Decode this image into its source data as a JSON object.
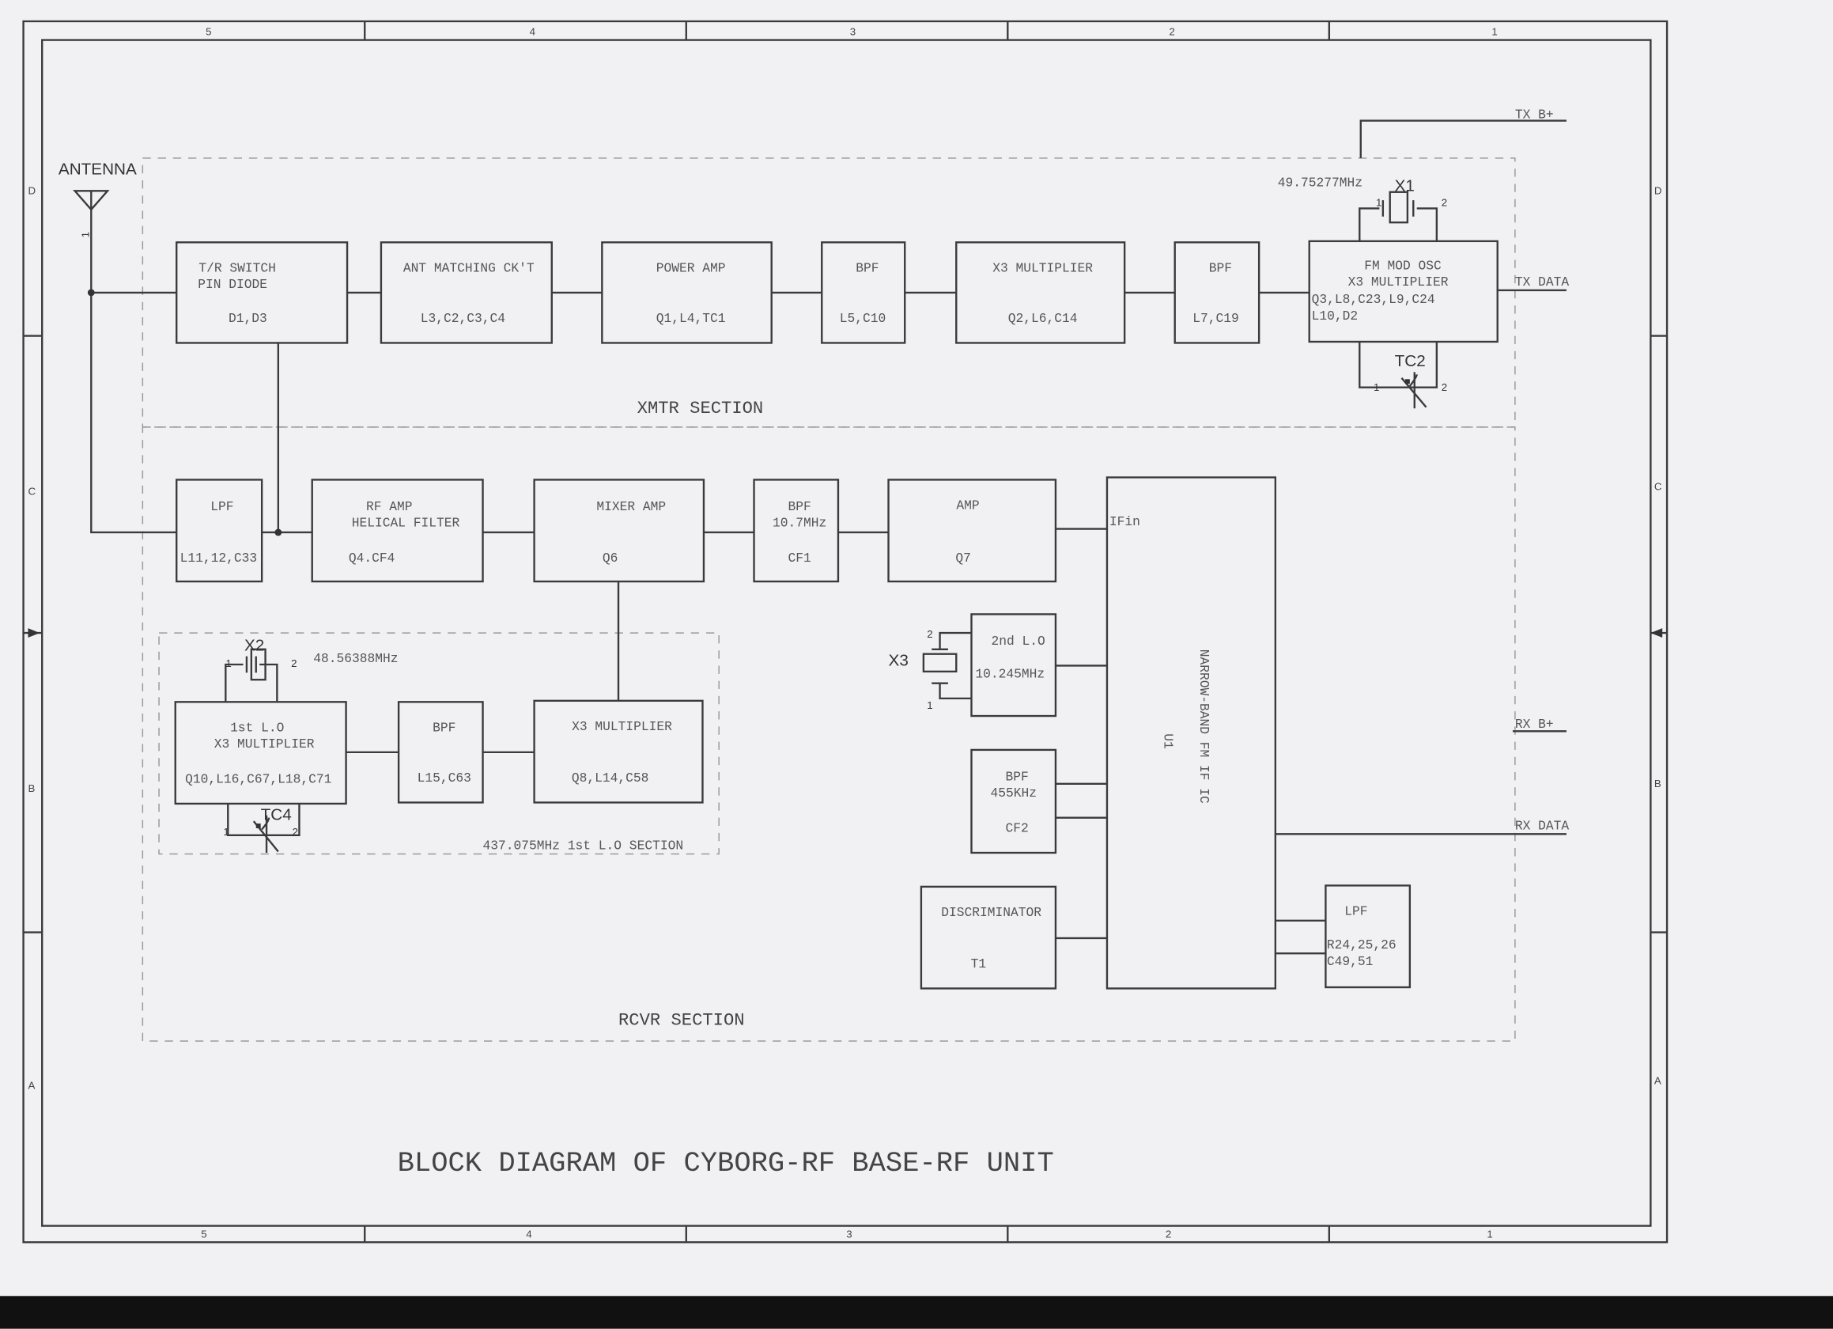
{
  "title": "BLOCK DIAGRAM OF CYBORG-RF BASE-RF UNIT",
  "zones": {
    "cols": [
      "5",
      "4",
      "3",
      "2",
      "1"
    ],
    "rows": [
      "D",
      "C",
      "B",
      "A"
    ]
  },
  "antenna": {
    "label": "ANTENNA",
    "pin": "1"
  },
  "sections": {
    "xmtr": "XMTR SECTION",
    "rcvr": "RCVR SECTION",
    "lo": "437.075MHz 1st L.O SECTION"
  },
  "signals": {
    "tx_b": "TX B+",
    "tx_data": "TX DATA",
    "rx_b": "RX B+",
    "rx_data": "RX DATA",
    "ifin": "IFin"
  },
  "xmtr_blocks": [
    {
      "l1": "T/R SWITCH",
      "l2": "PIN DIODE",
      "l3": "D1,D3"
    },
    {
      "l1": "ANT MATCHING CK'T",
      "l3": "L3,C2,C3,C4"
    },
    {
      "l1": "POWER AMP",
      "l3": "Q1,L4,TC1"
    },
    {
      "l1": "BPF",
      "l3": "L5,C10"
    },
    {
      "l1": "X3 MULTIPLIER",
      "l3": "Q2,L6,C14"
    },
    {
      "l1": "BPF",
      "l3": "L7,C19"
    },
    {
      "l1": "FM MOD OSC",
      "l2": "X3 MULTIPLIER",
      "l3": "Q3,L8,C23,L9,C24",
      "l4": "L10,D2"
    }
  ],
  "rcvr_blocks": [
    {
      "l1": "LPF",
      "l3": "L11,12,C33"
    },
    {
      "l1": "RF AMP",
      "l2": "HELICAL FILTER",
      "l3": "Q4.CF4"
    },
    {
      "l1": "MIXER AMP",
      "l3": "Q6"
    },
    {
      "l1": "BPF",
      "l2": "10.7MHz",
      "l3": "CF1"
    },
    {
      "l1": "AMP",
      "l3": "Q7"
    }
  ],
  "lo_blocks": [
    {
      "l1": "1st L.O",
      "l2": "X3 MULTIPLIER",
      "l3": "Q10,L16,C67,L18,C71"
    },
    {
      "l1": "BPF",
      "l3": "L15,C63"
    },
    {
      "l1": "X3 MULTIPLIER",
      "l3": "Q8,L14,C58"
    }
  ],
  "if_blocks": [
    {
      "l1": "2nd L.O",
      "l3": "10.245MHz"
    },
    {
      "l1": "BPF",
      "l2": "455KHz",
      "l3": "CF2"
    },
    {
      "l1": "DISCRIMINATOR",
      "l3": "T1"
    },
    {
      "l1": "LPF",
      "l3": "R24,25,26",
      "l4": "C49,51"
    }
  ],
  "ic": {
    "name": "NARROW-BAND FM IF IC",
    "ref": "U1"
  },
  "parts": {
    "x1": "X1",
    "x1_freq": "49.75277MHz",
    "tc2": "TC2",
    "x2": "X2",
    "x2_freq": "48.56388MHz",
    "tc4": "TC4",
    "x3": "X3",
    "pin1": "1",
    "pin2": "2"
  }
}
